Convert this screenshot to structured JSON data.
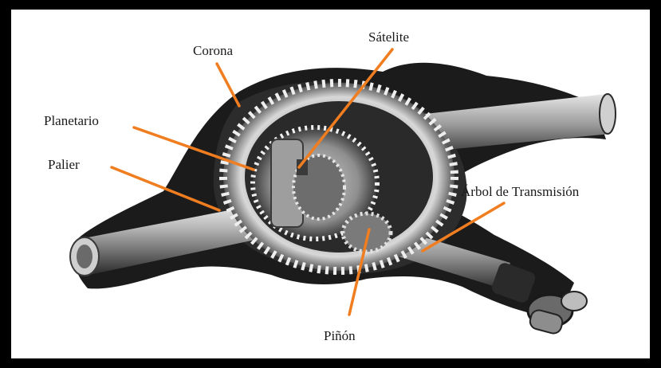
{
  "labels": {
    "corona": "Corona",
    "satelite": "Sátelite",
    "planetario": "Planetario",
    "palier": "Palier",
    "arbol": "Árbol de Transmisión",
    "pinon": "Piñón"
  },
  "colors": {
    "frame": "#000000",
    "background": "#ffffff",
    "leader_line": "#f07d20",
    "housing": "#1b1b1b",
    "metal_light": "#d9d9d9",
    "metal_mid": "#8a8a8a"
  }
}
